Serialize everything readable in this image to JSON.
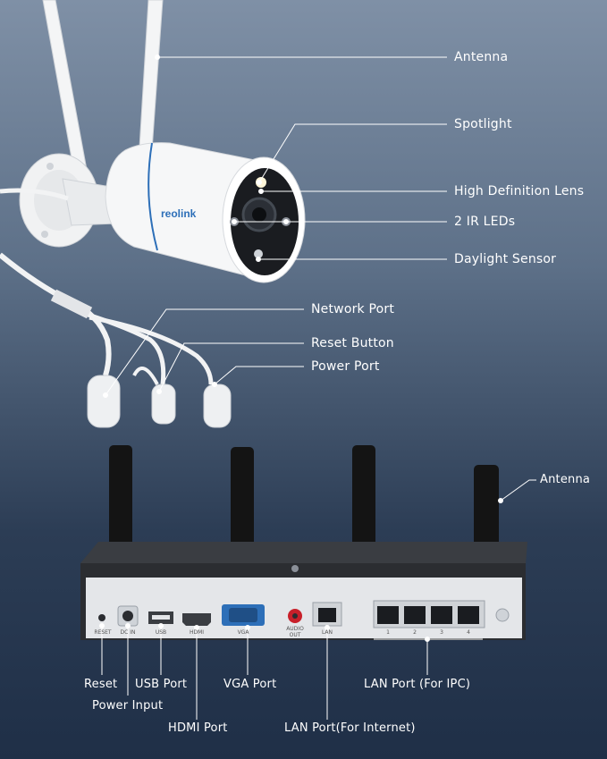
{
  "camera": {
    "brand": "reolink",
    "callouts": {
      "antenna": "Antenna",
      "spotlight": "Spotlight",
      "lens": "High Definition Lens",
      "ir_leds": "2 IR LEDs",
      "daylight_sensor": "Daylight Sensor",
      "network_port": "Network Port",
      "reset_button": "Reset Button",
      "power_port": "Power Port"
    }
  },
  "nvr": {
    "callouts": {
      "antenna": "Antenna",
      "reset": "Reset",
      "power_input": "Power Input",
      "usb_port": "USB Port",
      "hdmi_port": "HDMI Port",
      "vga_port": "VGA Port",
      "lan_internet": "LAN Port(For Internet)",
      "lan_ipc": "LAN Port (For IPC)"
    },
    "panel_labels": {
      "reset": "RESET",
      "dc_in": "DC IN",
      "usb": "USB",
      "hdmi": "HDMI",
      "vga": "VGA",
      "audio_out_1": "AUDIO",
      "audio_out_2": "OUT",
      "lan": "LAN",
      "p1": "1",
      "p2": "2",
      "p3": "3",
      "p4": "4"
    }
  },
  "colors": {
    "background_top": "#7f90a6",
    "background_bottom": "#1f2f47",
    "label_text": "#ffffff",
    "brand_blue": "#2d6fb8"
  }
}
